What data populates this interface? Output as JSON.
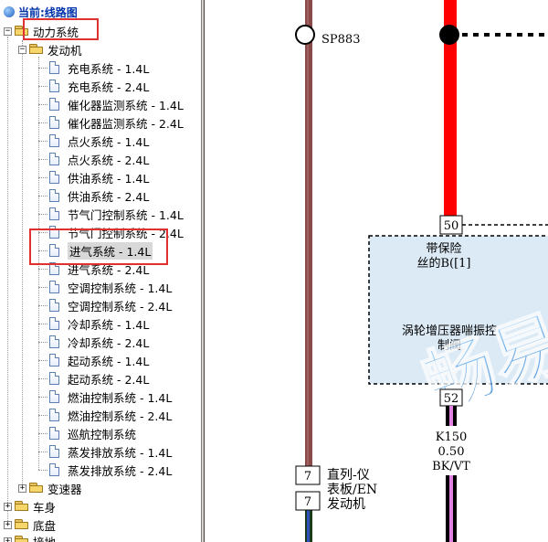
{
  "tree": {
    "header": "当前:线路图",
    "root": {
      "label": "动力系统"
    },
    "engine": {
      "label": "发动机"
    },
    "items": [
      "充电系统 - 1.4L",
      "充电系统 - 2.4L",
      "催化器监测系统 - 1.4L",
      "催化器监测系统 - 2.4L",
      "点火系统 - 1.4L",
      "点火系统 - 2.4L",
      "供油系统 - 1.4L",
      "供油系统 - 2.4L",
      "节气门控制系统 - 1.4L",
      "节气门控制系统 - 2.4L",
      "进气系统 - 1.4L",
      "进气系统 - 2.4L",
      "空调控制系统 - 1.4L",
      "空调控制系统 - 2.4L",
      "冷却系统 - 1.4L",
      "冷却系统 - 2.4L",
      "起动系统 - 1.4L",
      "起动系统 - 2.4L",
      "燃油控制系统 - 1.4L",
      "燃油控制系统 - 2.4L",
      "巡航控制系统",
      "蒸发排放系统 - 1.4L",
      "蒸发排放系统 - 2.4L"
    ],
    "transmission": {
      "label": "变速器"
    },
    "others": [
      "车身",
      "底盘",
      "接地"
    ],
    "selected_index": 10
  },
  "diagram": {
    "splice": "SP883",
    "pin_top": "50",
    "pin_bottom": "52",
    "component_line1": "带保险",
    "component_line2": "丝的B([1]",
    "component_line3": "涡轮增压器喘振控",
    "component_line4": "制阀",
    "wire_code": "K150",
    "wire_size": "0.50",
    "wire_color": "BK/VT",
    "conn1_pin": "7",
    "conn1_label_a": "直列-仪",
    "conn1_label_b": "表板/EN",
    "conn2_pin": "7",
    "conn2_label": "发动机",
    "watermark": "畅易汽"
  },
  "colors": {
    "wire_brown": "#8b4a4a",
    "wire_red": "#ff0000",
    "wire_pink": "#e080e0",
    "component_fill": "#dceaf6",
    "highlight_box": "#e03030"
  }
}
